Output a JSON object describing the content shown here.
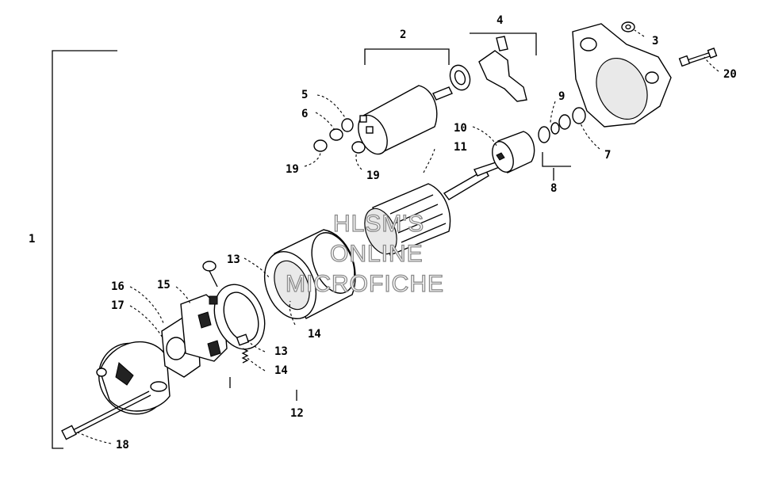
{
  "diagram": {
    "labels": [
      "1",
      "2",
      "3",
      "4",
      "5",
      "6",
      "7",
      "8",
      "9",
      "10",
      "11",
      "12",
      "13",
      "13",
      "14",
      "14",
      "15",
      "16",
      "17",
      "18",
      "19",
      "19",
      "20"
    ]
  },
  "watermark": {
    "line1": "HLSM'S",
    "line2": "ONLINE",
    "line3": "MICROFICHE"
  }
}
